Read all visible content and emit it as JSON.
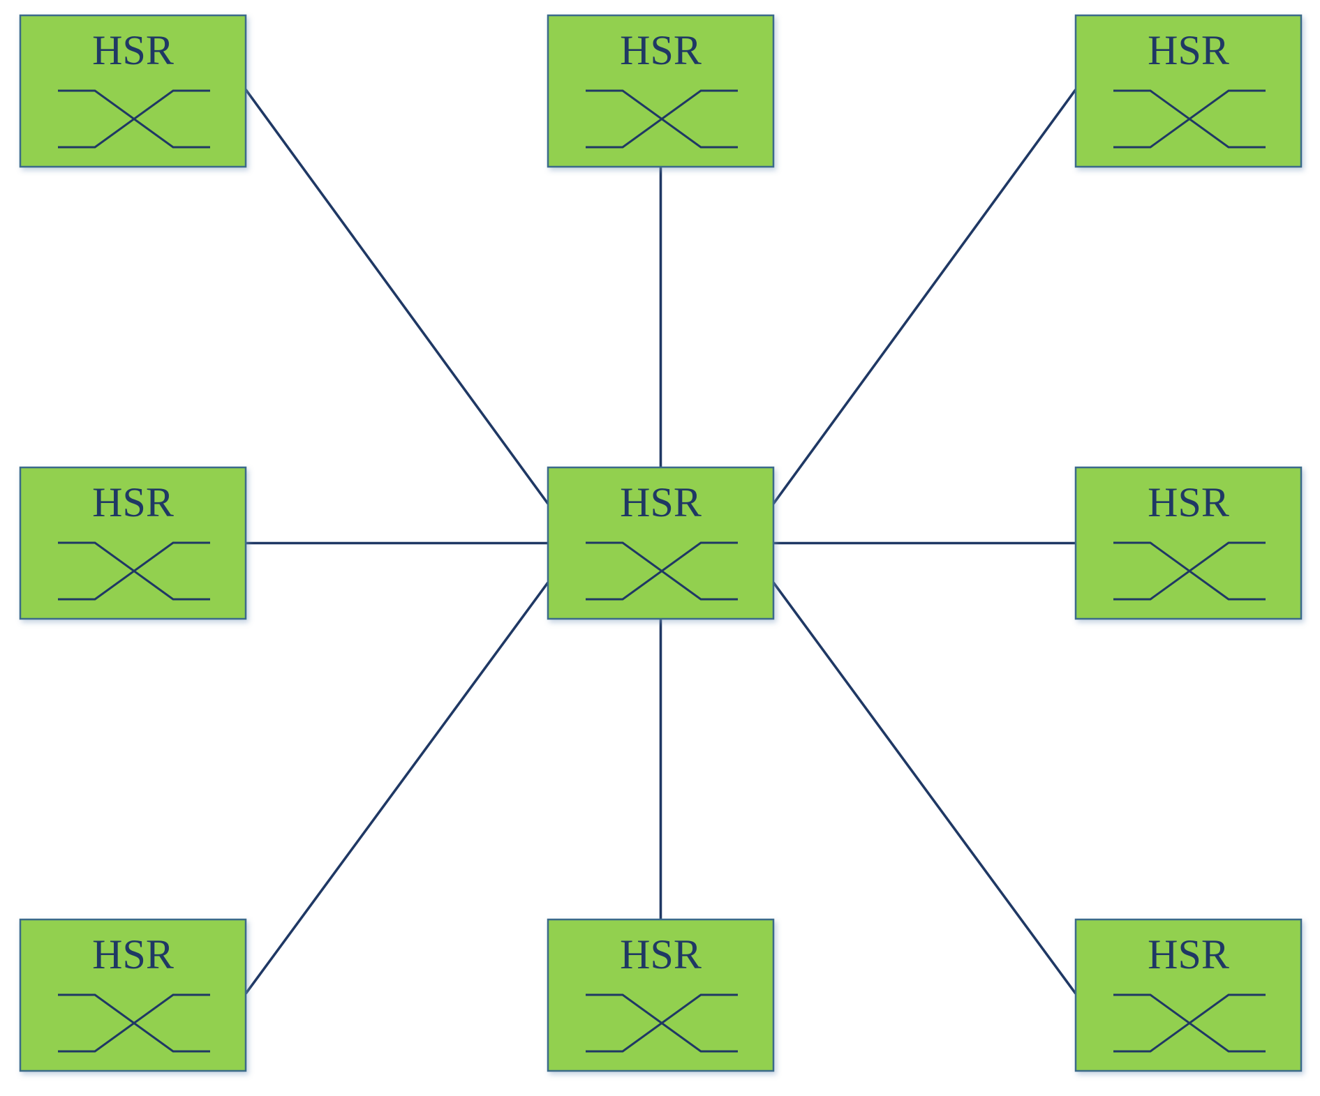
{
  "colors": {
    "node_fill": "#92d050",
    "line": "#1f3864",
    "text": "#1f3864"
  },
  "topology": {
    "hub": "center",
    "nodes": [
      {
        "id": "top-left",
        "label": "HSR",
        "icon": "switch-crossover-icon"
      },
      {
        "id": "top-center",
        "label": "HSR",
        "icon": "switch-crossover-icon"
      },
      {
        "id": "top-right",
        "label": "HSR",
        "icon": "switch-crossover-icon"
      },
      {
        "id": "middle-left",
        "label": "HSR",
        "icon": "switch-crossover-icon"
      },
      {
        "id": "center",
        "label": "HSR",
        "icon": "switch-crossover-icon"
      },
      {
        "id": "middle-right",
        "label": "HSR",
        "icon": "switch-crossover-icon"
      },
      {
        "id": "bottom-left",
        "label": "HSR",
        "icon": "switch-crossover-icon"
      },
      {
        "id": "bottom-center",
        "label": "HSR",
        "icon": "switch-crossover-icon"
      },
      {
        "id": "bottom-right",
        "label": "HSR",
        "icon": "switch-crossover-icon"
      }
    ],
    "links": [
      [
        "center",
        "top-left"
      ],
      [
        "center",
        "top-center"
      ],
      [
        "center",
        "top-right"
      ],
      [
        "center",
        "middle-left"
      ],
      [
        "center",
        "middle-right"
      ],
      [
        "center",
        "bottom-left"
      ],
      [
        "center",
        "bottom-center"
      ],
      [
        "center",
        "bottom-right"
      ]
    ]
  }
}
